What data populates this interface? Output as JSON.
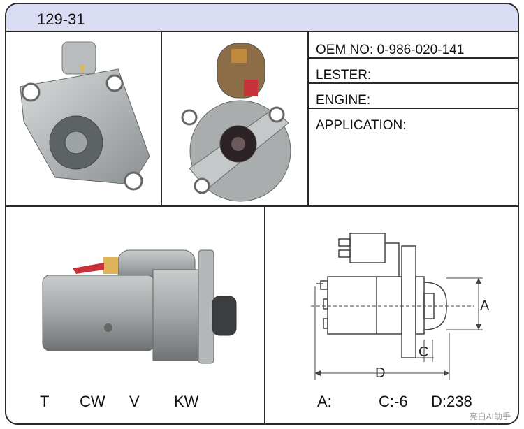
{
  "header": {
    "part_number": "129-31"
  },
  "specs": {
    "oem_label": "OEM NO:",
    "oem_value": "0-986-020-141",
    "lester_label": "LESTER:",
    "engine_label": "ENGINE:",
    "application_label": "APPLICATION:"
  },
  "codes": [
    "T",
    "CW",
    "V",
    "KW"
  ],
  "dimensions": {
    "a_label": "A:",
    "c_label": "C:-6",
    "d_label": "D:238",
    "diagram_a": "A",
    "diagram_c": "C",
    "diagram_d": "D"
  },
  "watermark": "亮白AI助手"
}
